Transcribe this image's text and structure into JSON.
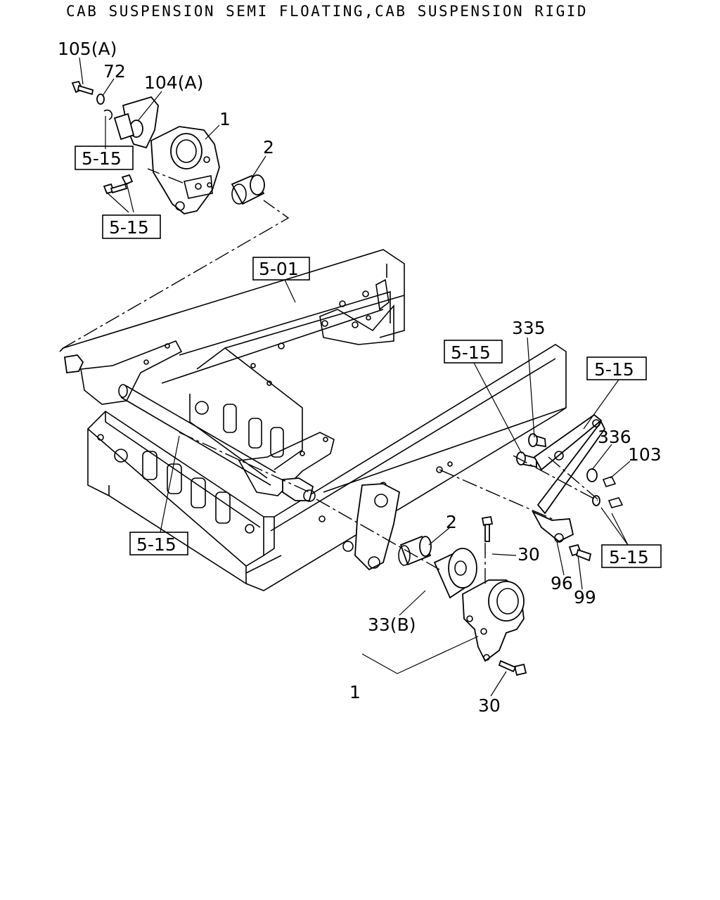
{
  "title": "CAB SUSPENSION SEMI FLOATING,CAB SUSPENSION RIGID",
  "callouts": {
    "c105a": "105(A)",
    "c72": "72",
    "c104a": "104(A)",
    "c1_top": "1",
    "c2_top": "2",
    "c335": "335",
    "c336": "336",
    "c103": "103",
    "c2_mid": "2",
    "c30_mid": "30",
    "c96": "96",
    "c99": "99",
    "c33b": "33(B)",
    "c1_bottom": "1",
    "c30_bottom": "30"
  },
  "reference_boxes": {
    "r515_a": "5-15",
    "r515_b": "5-15",
    "r501": "5-01",
    "r515_c": "5-15",
    "r515_d": "5-15",
    "r515_e": "5-15",
    "r515_f": "5-15"
  }
}
